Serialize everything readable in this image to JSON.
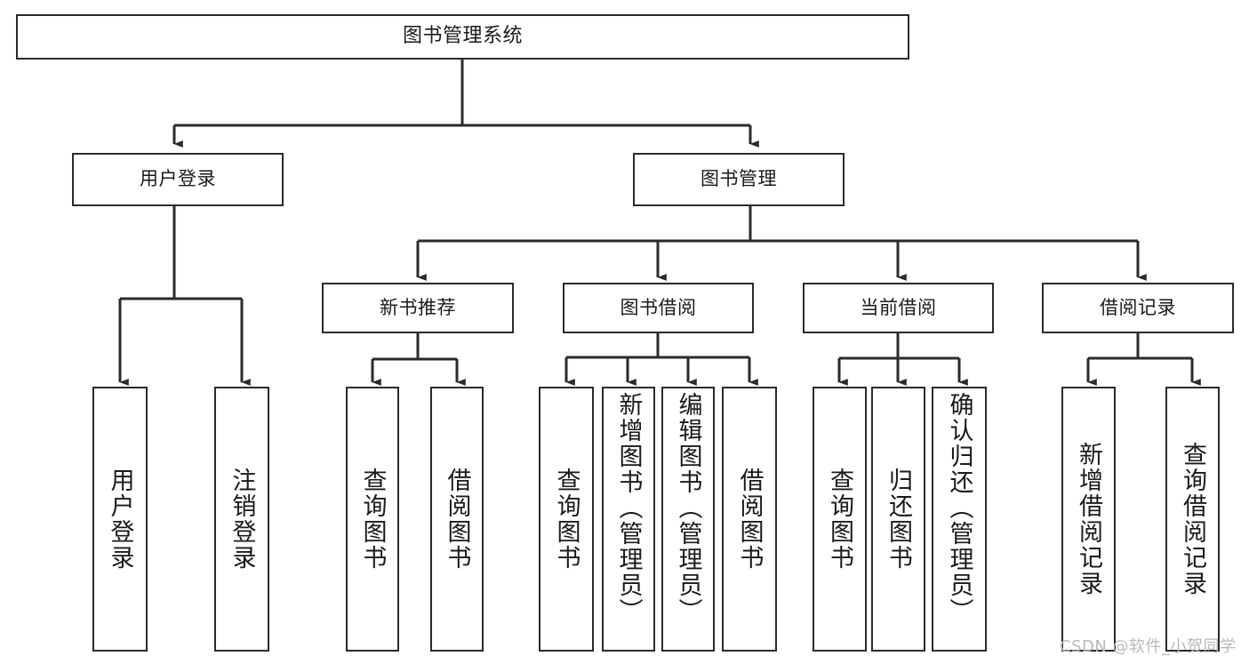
{
  "diagram": {
    "title": "图书管理系统",
    "type": "tree",
    "watermark": "CSDN @软件_小贺同学",
    "colors": {
      "background": "#ffffff",
      "box_border": "#2b2b2b",
      "box_fill": "#ffffff",
      "connector": "#2b2b2b",
      "text": "#1a1a1a",
      "watermark": "#b9b9b9"
    },
    "root": {
      "label": "图书管理系统"
    },
    "level1": [
      {
        "label": "用户登录"
      },
      {
        "label": "图书管理"
      }
    ],
    "level2": [
      {
        "label": "新书推荐"
      },
      {
        "label": "图书借阅"
      },
      {
        "label": "当前借阅"
      },
      {
        "label": "借阅记录"
      }
    ],
    "leaves": {
      "user_login": [
        {
          "label": "用户登录"
        },
        {
          "label": "注销登录"
        }
      ],
      "new_book_recommend": [
        {
          "label": "查询图书"
        },
        {
          "label": "借阅图书"
        }
      ],
      "book_borrow": [
        {
          "label": "查询图书"
        },
        {
          "label": "新增图书（管理员）"
        },
        {
          "label": "编辑图书（管理员）"
        },
        {
          "label": "借阅图书"
        }
      ],
      "current_borrow": [
        {
          "label": "查询图书"
        },
        {
          "label": "归还图书"
        },
        {
          "label": "确认归还（管理员）"
        }
      ],
      "borrow_record": [
        {
          "label": "新增借阅记录"
        },
        {
          "label": "查询借阅记录"
        }
      ]
    }
  }
}
